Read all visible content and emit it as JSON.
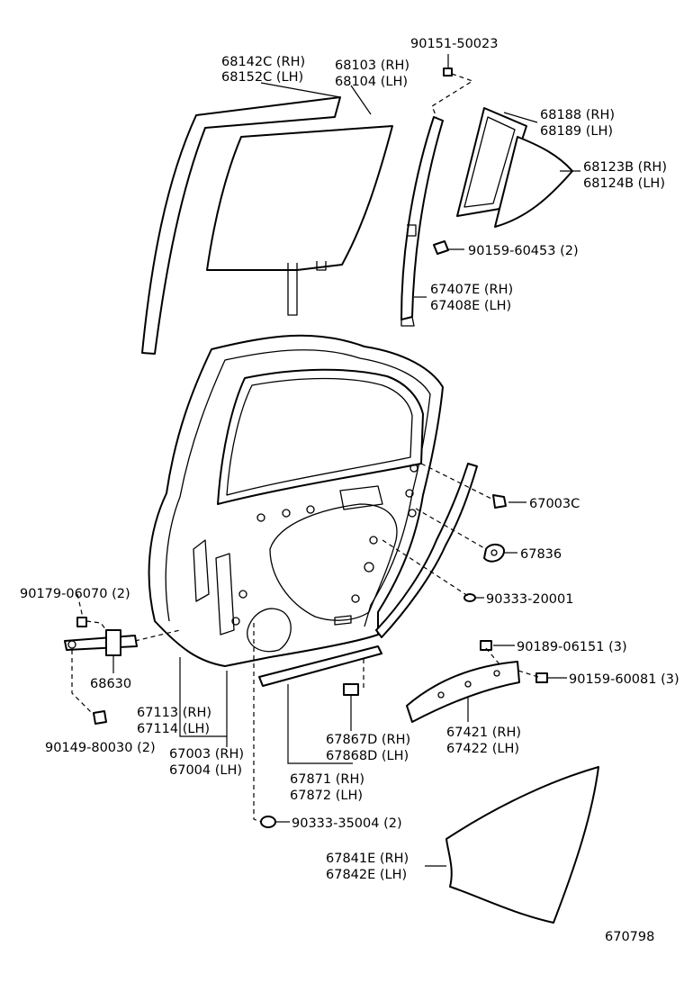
{
  "labels": {
    "p90151": "90151-50023",
    "p68142": "68142C (RH)",
    "p68152": "68152C (LH)",
    "p68103": "68103 (RH)",
    "p68104": "68104 (LH)",
    "p68188": "68188 (RH)",
    "p68189": "68189 (LH)",
    "p68123": "68123B (RH)",
    "p68124": "68124B (LH)",
    "p90159a": "90159-60453 (2)",
    "p67407": "67407E (RH)",
    "p67408": "67408E (LH)",
    "p67003c": "67003C",
    "p67836": "67836",
    "p90333a": "90333-20001",
    "p90179": "90179-06070 (2)",
    "p90189": "90189-06151 (3)",
    "p90159b": "90159-60081 (3)",
    "p68630": "68630",
    "p67113": "67113 (RH)",
    "p67114": "67114 (LH)",
    "p67003": "67003 (RH)",
    "p67004": "67004 (LH)",
    "p67867": "67867D (RH)",
    "p67868": "67868D (LH)",
    "p67421": "67421 (RH)",
    "p67422": "67422 (LH)",
    "p90149": "90149-80030 (2)",
    "p67871": "67871 (RH)",
    "p67872": "67872 (LH)",
    "p90333b": "90333-35004 (2)",
    "p67841": "67841E (RH)",
    "p67842": "67842E (LH)",
    "diagram_code": "670798"
  }
}
